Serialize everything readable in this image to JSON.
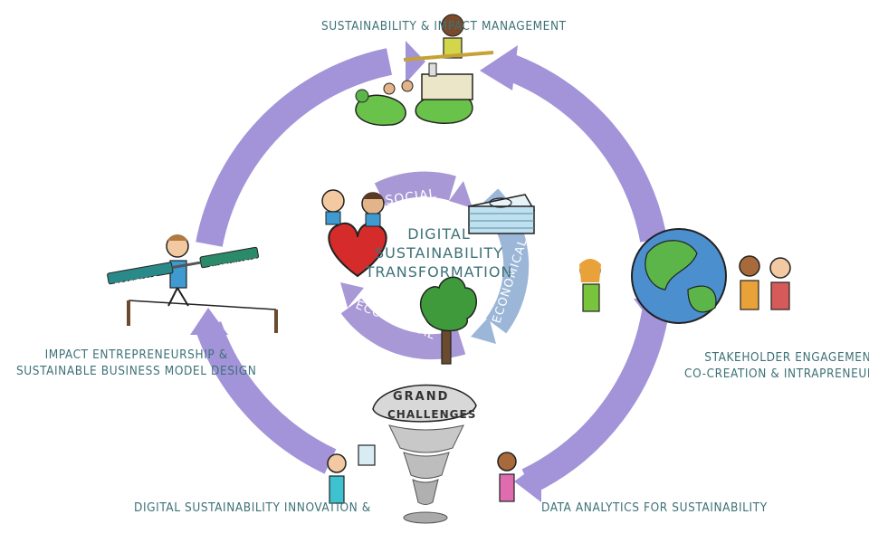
{
  "center": {
    "line1": "Digital",
    "line2": "Sustainability",
    "line3": "Transformation"
  },
  "inner_arcs": {
    "social": "Social",
    "economical": "Economical",
    "ecological": "Ecological"
  },
  "outer_labels": {
    "top": "Sustainability & Impact Management",
    "right_line1": "Stakeholder Engagement,",
    "right_line2": "Co-Creation & Intrapreneurship",
    "bottom_right": "Data Analytics for Sustainability",
    "bottom_left": "Digital Sustainability Innovation &",
    "left_line1": "Impact Entrepreneurship &",
    "left_line2": "Sustainable Business Model Design"
  },
  "tornado_text": {
    "line1": "Grand",
    "line2": "Challenges"
  },
  "pole_labels": {
    "left": "Profitable",
    "right": "Sustainable"
  },
  "colors": {
    "cycle_arrow": "#a394d9",
    "inner_arc": "#a998d6",
    "ecological_arc": "#9cb6d8",
    "label_text": "#3d7178",
    "grass": "#69c24a",
    "heart": "#d62b2b",
    "tree": "#3e9a3a",
    "earth_land": "#5bb548",
    "earth_water": "#4c8fcf"
  }
}
